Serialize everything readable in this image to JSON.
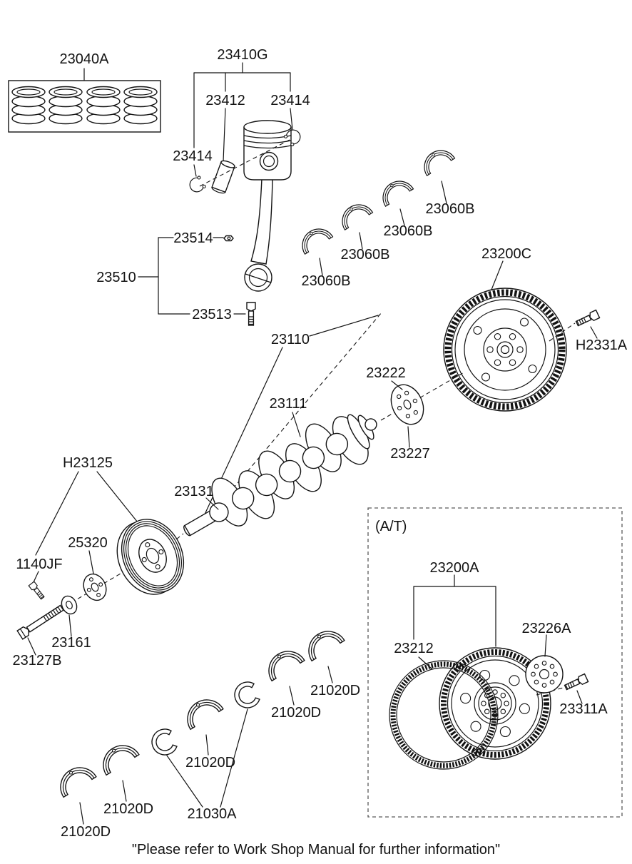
{
  "colors": {
    "ink": "#131313",
    "background": "#ffffff",
    "at_box_border": "#5a5a5a"
  },
  "sections": {
    "at_label": "(A/T)"
  },
  "footer": {
    "note": "\"Please refer to Work Shop Manual for further information\""
  },
  "labels": {
    "ring_set": "23040A",
    "piston_assembly": "23410G",
    "piston_pin": "23412",
    "snap_ring_right": "23414",
    "snap_ring_left": "23414",
    "rod_small_part": "23514",
    "connecting_rod": "23510",
    "rod_bolt": "23513",
    "rod_bearing_1": "23060B",
    "rod_bearing_2": "23060B",
    "rod_bearing_3": "23060B",
    "rod_bearing_4": "23060B",
    "flywheel": "23200C",
    "flywheel_bolt": "H2331A",
    "crankshaft_assy": "23110",
    "adapter_disc": "23222",
    "crankshaft": "23111",
    "adapter_disc_rear": "23227",
    "crank_nose": "23131",
    "pulley_assy": "H23125",
    "pulley_plate": "25320",
    "pulley_bolt_small": "1140JF",
    "washer": "23161",
    "pulley_bolt": "23127B",
    "drive_plate_assy": "23200A",
    "ring_gear": "23212",
    "adapter_plate": "23226A",
    "drive_plate_bolt": "23311A",
    "main_bearing_1": "21020D",
    "main_bearing_2": "21020D",
    "main_bearing_3": "21020D",
    "main_bearing_4": "21020D",
    "main_bearing_5": "21020D",
    "thrust_washer_set": "21030A"
  }
}
